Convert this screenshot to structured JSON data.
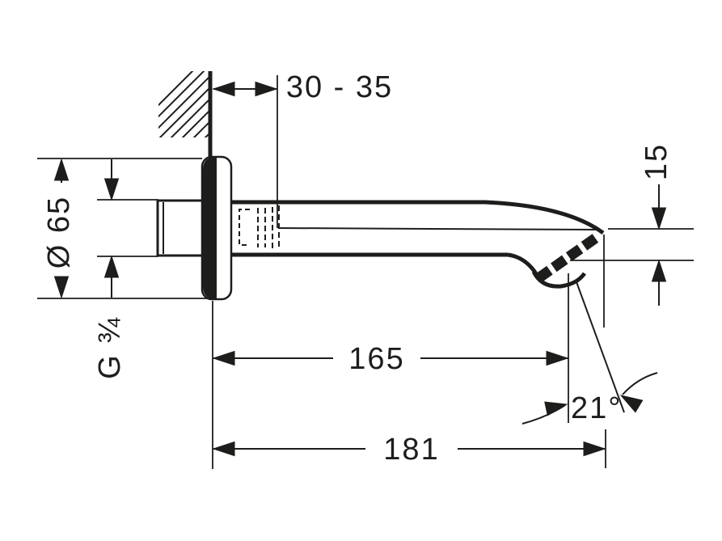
{
  "drawing": {
    "title": "bath-spout-dimension-drawing",
    "colors": {
      "line": "#1d1d1b",
      "background": "#ffffff"
    },
    "labels": {
      "wall_clearance": "30 - 35",
      "flange_diameter": "Ø 65",
      "thread_size": "G ¾",
      "outlet_drop": "15",
      "reach_to_outlet": "165",
      "overall_length": "181",
      "outlet_angle": "21°"
    }
  }
}
